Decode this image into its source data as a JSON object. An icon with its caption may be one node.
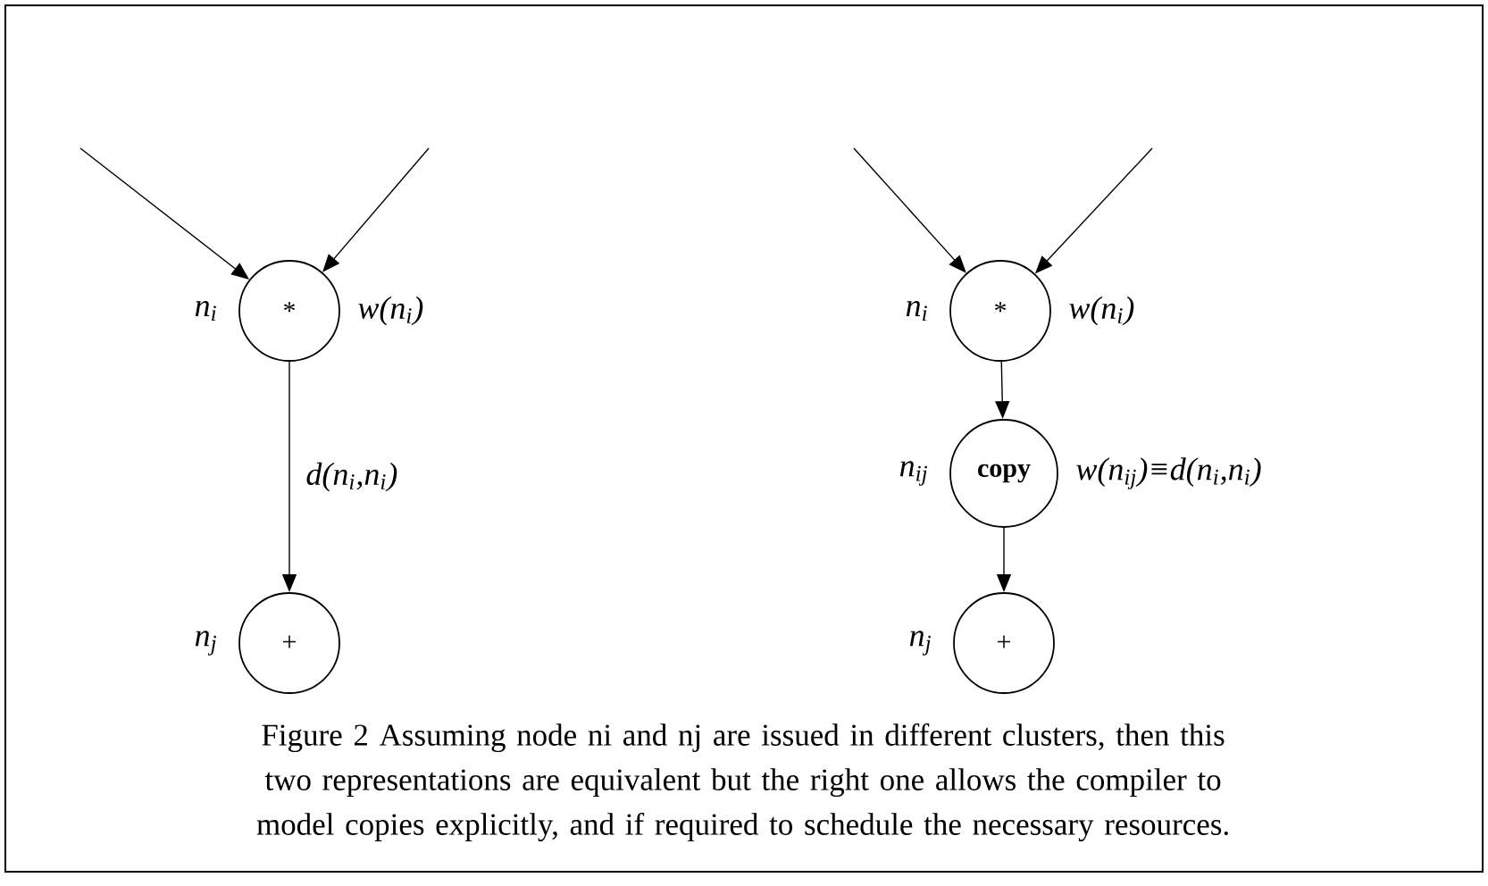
{
  "diagram": {
    "caption": "Figure 2 Assuming node ni and nj are issued in different clusters, then this two representations are equivalent but the right one allows the compiler to model copies explicitly, and if required to schedule the necessary resources.",
    "nodes": [
      {
        "text": [
          "*"
        ],
        "beside": [
          "n$_{i}$",
          "w(n$_{i}$)"
        ]
      },
      {
        "text": [
          "+"
        ],
        "beside": [
          "n$_{j}$"
        ]
      },
      {
        "text": [
          "*"
        ],
        "beside": [
          "n$_{i}$",
          "w(n$_{i}$)"
        ]
      },
      {
        "text": [
          "**copy**"
        ],
        "beside": [
          "n$_{ij}$",
          "w(n$_{ij}$)≡d(n$_{i}$,n$_{i}$)"
        ]
      },
      {
        "text": [
          "+"
        ],
        "beside": [
          "n$_{j}$"
        ]
      }
    ],
    "edges": [
      {
        "from": null,
        "to": 0,
        "arrow": "to"
      },
      {
        "from": null,
        "to": 0,
        "arrow": "to"
      },
      {
        "from": 0,
        "to": 1,
        "arrow": "to",
        "label": "d(n$_{i}$,n$_{i}$)"
      },
      {
        "from": null,
        "to": 2,
        "arrow": "to"
      },
      {
        "from": null,
        "to": 2,
        "arrow": "to"
      },
      {
        "from": 2,
        "to": 3,
        "arrow": "to"
      },
      {
        "from": 3,
        "to": 4,
        "arrow": "to"
      }
    ]
  }
}
